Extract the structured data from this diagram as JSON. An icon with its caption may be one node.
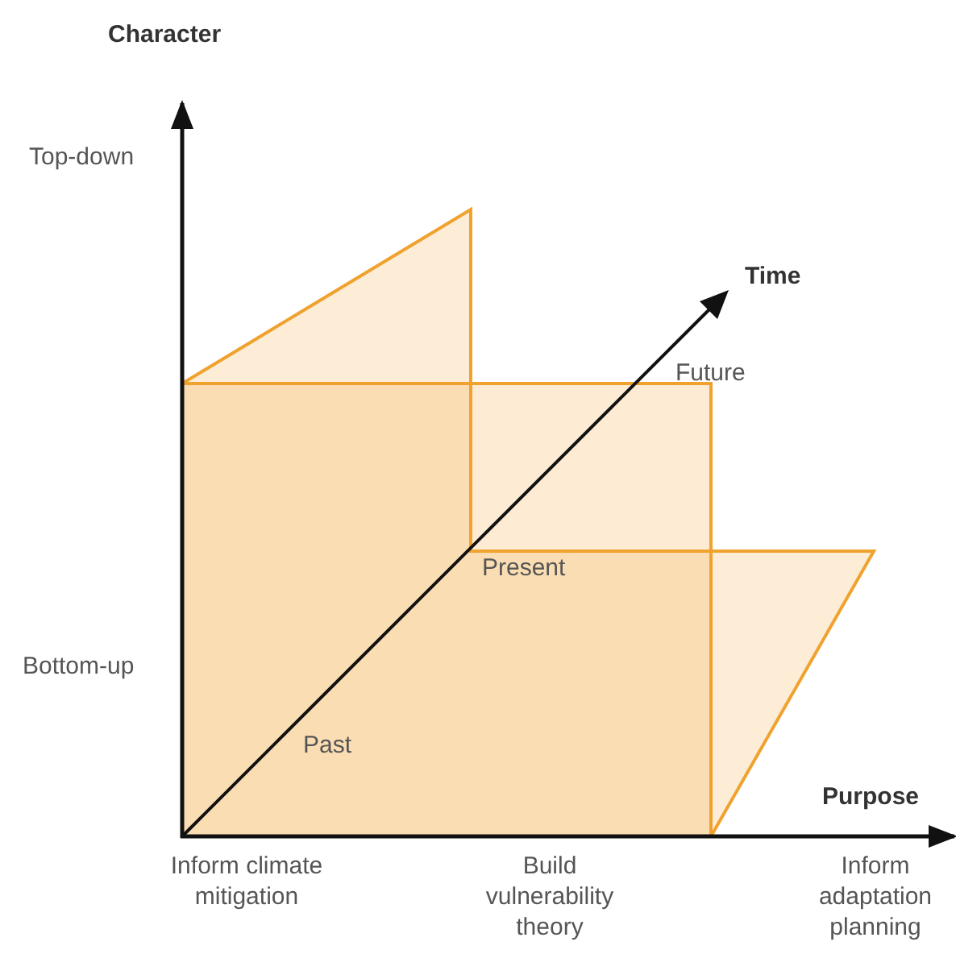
{
  "diagram": {
    "labels": [
      "Character",
      "Top-down",
      "Time",
      "Future",
      "Present",
      "Bottom-up",
      "Past",
      "Purpose",
      "Inform climate mitigation",
      "Build vulnerability theory",
      "Inform adaptation planning"
    ]
  }
}
